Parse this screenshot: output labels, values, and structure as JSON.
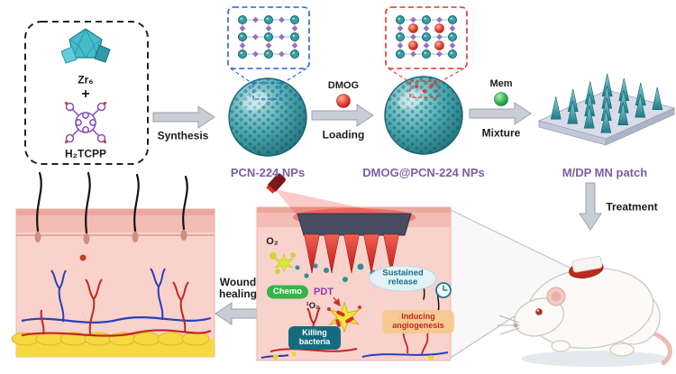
{
  "colors": {
    "accent_purple": "#7b5fa5",
    "teal": "#2f8f99",
    "red": "#d0302a",
    "green": "#35b44a",
    "skin_pink": "#f9d2cb",
    "fat_yellow": "#f6d843"
  },
  "precursors": {
    "zr_cluster": "Zr₆",
    "plus": "+",
    "ligand": "H₂TCPP"
  },
  "steps": {
    "synthesis": "Synthesis",
    "loading": "Loading",
    "mixture": "Mixture",
    "treatment": "Treatment",
    "wound_healing": "Wound healing"
  },
  "materials": {
    "pcn": "PCN-224 NPs",
    "dmog": "DMOG",
    "dmog_pcn": "DMOG@PCN-224 NPs",
    "mem": "Mem",
    "mn_patch": "M/DP MN patch"
  },
  "mechanisms": {
    "oxygen": "O₂",
    "chemo": "Chemo",
    "pdt": "PDT",
    "singlet_oxygen": "¹O₂",
    "killing_bacteria": "Killing bacteria",
    "sustained_release": "Sustained release",
    "inducing_angiogenesis": "Inducing angiogenesis"
  }
}
